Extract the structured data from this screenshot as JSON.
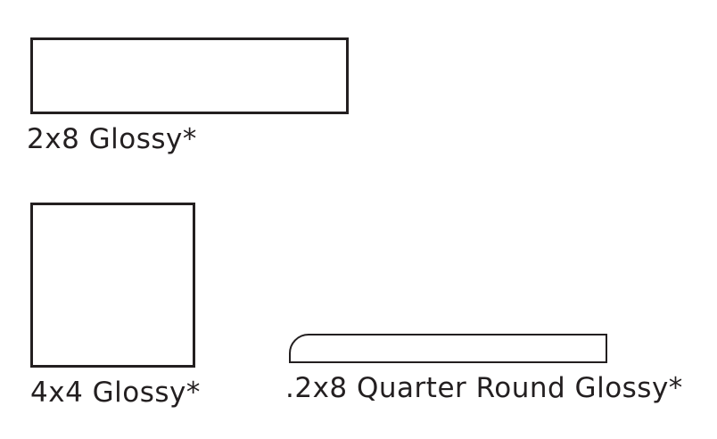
{
  "tiles": [
    {
      "id": "2x8",
      "label": "2x8 Glossy*"
    },
    {
      "id": "4x4",
      "label": "4x4 Glossy*"
    },
    {
      "id": "quarter-round",
      "label": ".2x8 Quarter Round Glossy*"
    }
  ],
  "colors": {
    "stroke": "#231f20",
    "background": "#ffffff"
  }
}
